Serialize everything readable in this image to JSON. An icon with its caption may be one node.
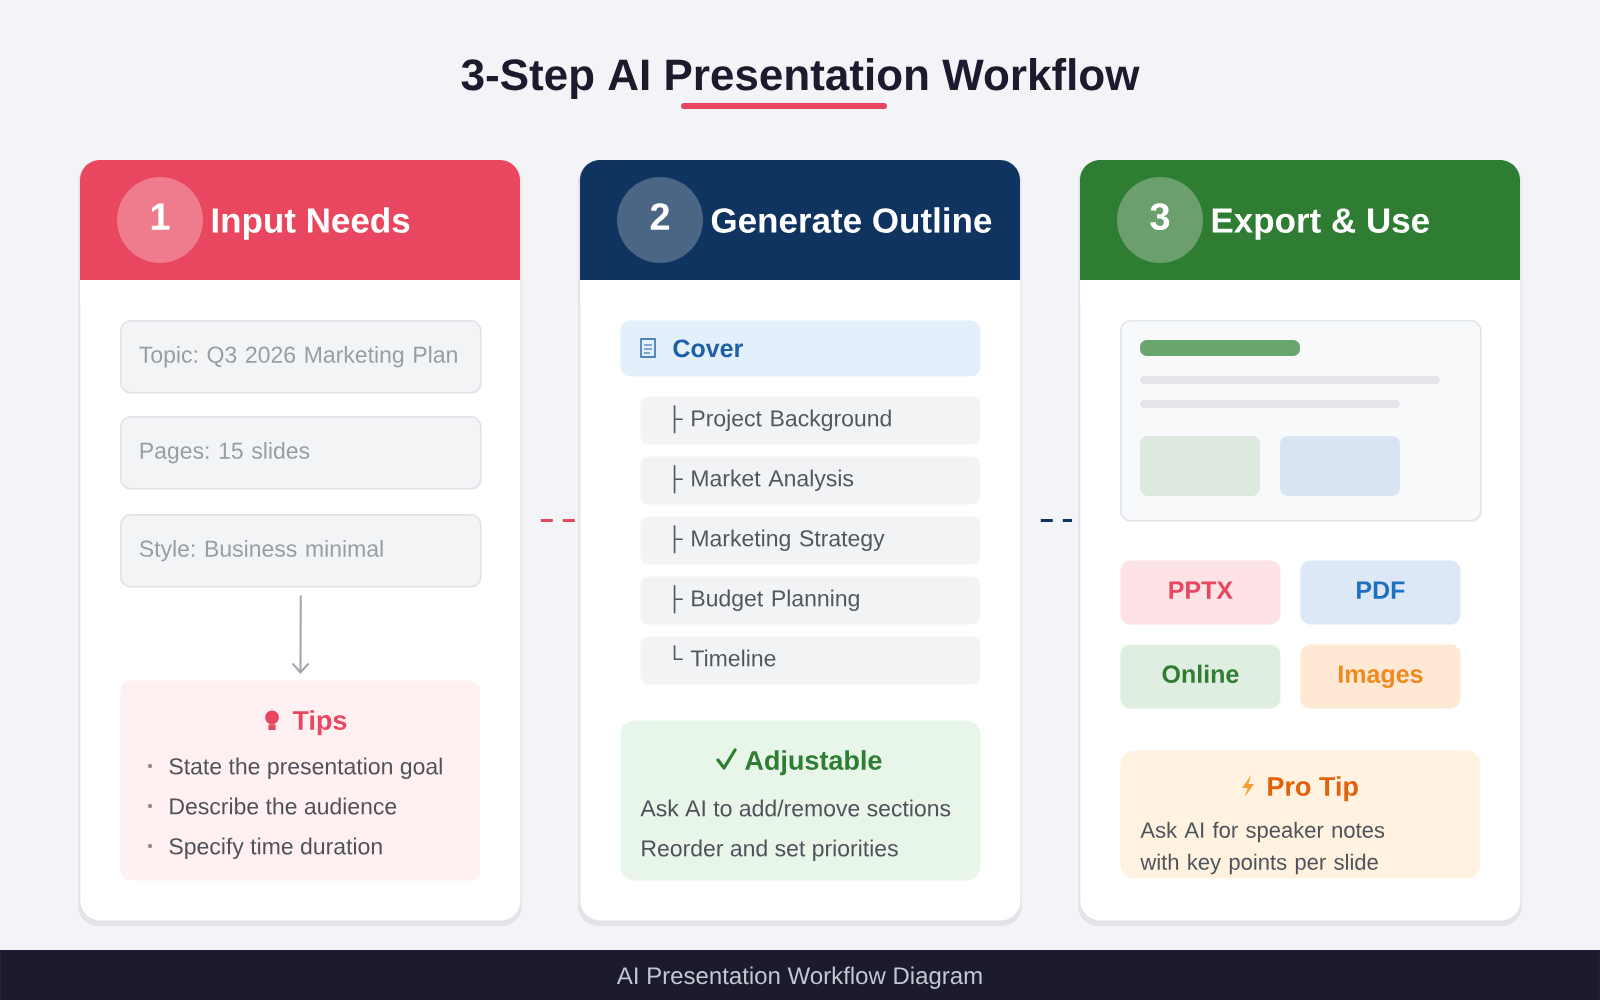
{
  "diagram": {
    "title": "3-Step AI Presentation Workflow",
    "nodes": [
      {
        "text": [
          "Input Needs"
        ]
      },
      {
        "text": [
          "1"
        ],
        "in": 0
      },
      {
        "text": [
          "Topic: Q3 2026 Marketing Plan"
        ],
        "in": 0
      },
      {
        "text": [
          "Pages: 15 slides"
        ],
        "in": 0
      },
      {
        "text": [
          "Style: Business minimal"
        ],
        "in": 0
      },
      {
        "text": [
          "Tips",
          "State the presentation goal",
          "Describe the audience",
          "Specify time duration"
        ],
        "in": 0
      },
      {
        "text": [
          "Generate Outline"
        ]
      },
      {
        "text": [
          "2"
        ],
        "in": 6
      },
      {
        "text": [
          "Cover"
        ],
        "in": 6
      },
      {
        "text": [
          "├ Project Background"
        ],
        "in": 6
      },
      {
        "text": [
          "├ Market Analysis"
        ],
        "in": 6
      },
      {
        "text": [
          "├ Marketing Strategy"
        ],
        "in": 6
      },
      {
        "text": [
          "├ Budget Planning"
        ],
        "in": 6
      },
      {
        "text": [
          "└ Timeline"
        ],
        "in": 6
      },
      {
        "text": [
          "Adjustable",
          "Ask AI to add/remove sections",
          "Reorder and set priorities"
        ],
        "in": 6
      },
      {
        "text": [
          "Export & Use"
        ]
      },
      {
        "text": [
          "3"
        ],
        "in": 15
      },
      {
        "text": [],
        "shape": "picture",
        "in": 15
      },
      {
        "text": [
          "PPTX"
        ],
        "in": 15
      },
      {
        "text": [
          "PDF"
        ],
        "in": 15
      },
      {
        "text": [
          "Online"
        ],
        "in": 15
      },
      {
        "text": [
          "Images"
        ],
        "in": 15
      },
      {
        "text": [
          "Pro Tip",
          "Ask AI for speaker notes with key points per slide"
        ],
        "in": 15
      }
    ],
    "edges": [
      {
        "from": 0,
        "to": 6,
        "arrow": "none",
        "style": "dashed",
        "color": "#e8475f"
      },
      {
        "from": 6,
        "to": 15,
        "arrow": "none",
        "style": "dashed",
        "color": "#0f3460"
      },
      {
        "from": 4,
        "to": 5,
        "arrow": "to",
        "color": "#a0a4ab"
      }
    ],
    "caption": "AI Presentation Workflow Diagram"
  }
}
